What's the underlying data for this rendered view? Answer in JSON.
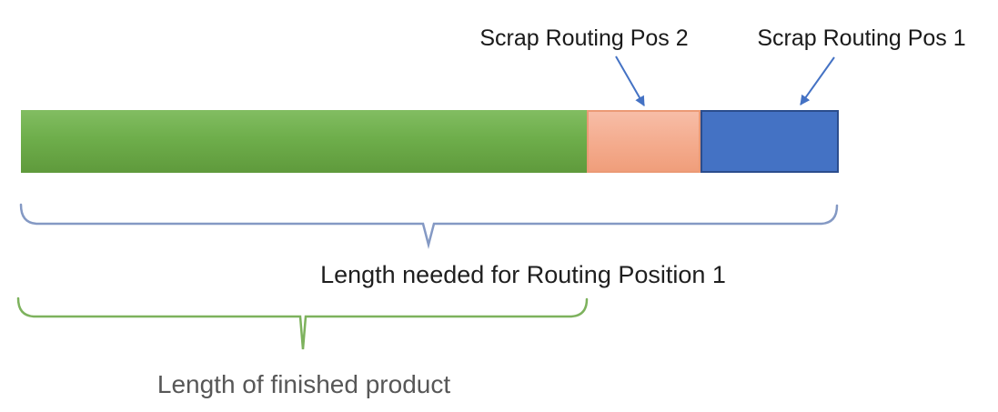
{
  "diagram": {
    "title": "Routing length / scrap diagram",
    "colors": {
      "arrow": "#4472c4",
      "bar_green_top": "#82bd62",
      "bar_green_bottom": "#5f9a3c",
      "bar_salmon_top": "#f7bda7",
      "bar_salmon_bottom": "#f09e7b",
      "bar_salmon_border": "#eb9a75",
      "bar_blue": "#4472c4",
      "bar_blue_border": "#2b4d8d",
      "brace_blue": "#8499c4",
      "brace_green": "#7db25d",
      "label_black": "#1f1f1f",
      "label_gray": "#575757"
    },
    "bar": {
      "segments": [
        {
          "name": "finished-product",
          "share": 0.69
        },
        {
          "name": "scrap-routing-pos-2",
          "share": 0.14
        },
        {
          "name": "scrap-routing-pos-1",
          "share": 0.17
        }
      ]
    },
    "callouts": [
      {
        "label": "Scrap Routing Pos 2"
      },
      {
        "label": "Scrap Routing Pos 1"
      }
    ],
    "braces": [
      {
        "label": "Length needed for Routing Position 1",
        "color": "#8499c4"
      },
      {
        "label": "Length of finished product",
        "color": "#7db25d"
      }
    ]
  }
}
